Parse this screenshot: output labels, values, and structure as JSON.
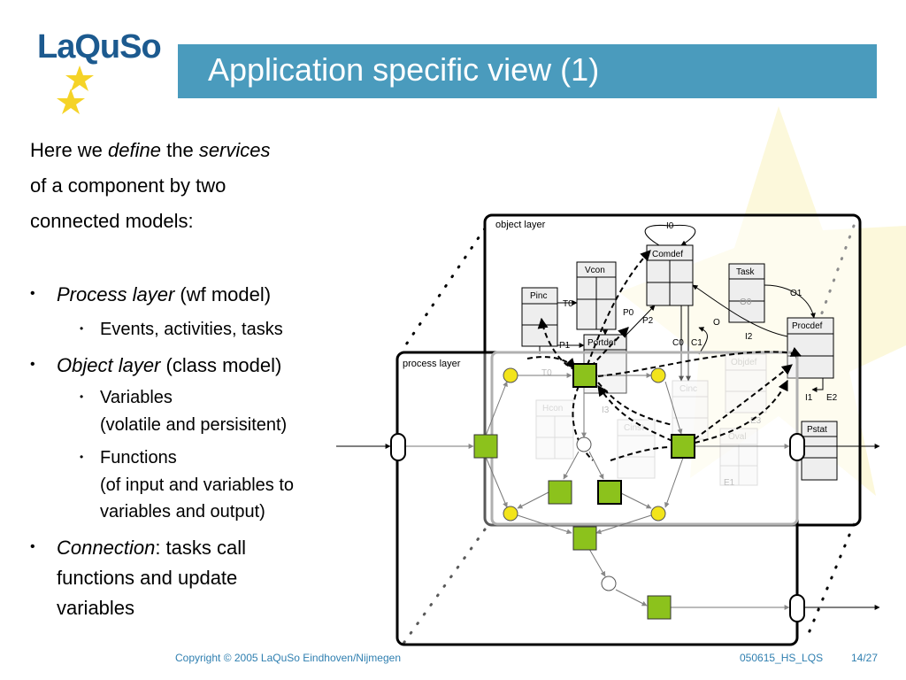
{
  "logo": {
    "text": "LaQuSo",
    "star_color": "#f5d327"
  },
  "header": {
    "title": "Application specific view (1)",
    "bar_color": "#4a9bbd"
  },
  "content": {
    "intro_1": "Here we ",
    "intro_define": "define",
    "intro_2": " the ",
    "intro_services": "services",
    "intro_3": "of a component  by two",
    "intro_4": "connected models:",
    "bullets": [
      {
        "term": "Process layer",
        "rest": " (wf model)",
        "sub": [
          "Events, activities, tasks"
        ]
      },
      {
        "term": "Object layer",
        "rest": " (class model)",
        "sub": [
          "Variables",
          "(volatile and persisitent)",
          "Functions",
          "(of input and variables to",
          "variables and output)"
        ]
      },
      {
        "term": "Connection",
        "rest": ": tasks call",
        "cont": [
          "functions and update",
          "variables"
        ]
      }
    ]
  },
  "diagram": {
    "object_layer_label": "object layer",
    "process_layer_label": "process layer",
    "classes": {
      "comdef": "Comdef",
      "vcon": "Vcon",
      "task": "Task",
      "pinc": "Pinc",
      "portdef": "Portdef",
      "procdef": "Procdef",
      "pstat": "Pstat",
      "objdef": "Objdef",
      "cinc": "Cinc",
      "hcon": "Hcon",
      "cinst": "Cinst",
      "oval": "Oval"
    },
    "edge_labels": {
      "i0": "I0",
      "t0": "T0",
      "p0": "P0",
      "p2": "P2",
      "o": "O",
      "o1": "O1",
      "o0": "O0",
      "p1": "P1",
      "c0": "C0",
      "c1": "C1",
      "i2": "I2",
      "i1": "I1",
      "e2": "E2",
      "e3": "E3",
      "e1": "E1",
      "t0_gray": "T0",
      "i3": "I3"
    },
    "colors": {
      "task_green": "#8cc21c",
      "event_yellow": "#f2e41b"
    }
  },
  "footer": {
    "copyright": "Copyright © 2005 LaQuSo Eindhoven/Nijmegen",
    "code": "050615_HS_LQS",
    "page": "14/27"
  }
}
